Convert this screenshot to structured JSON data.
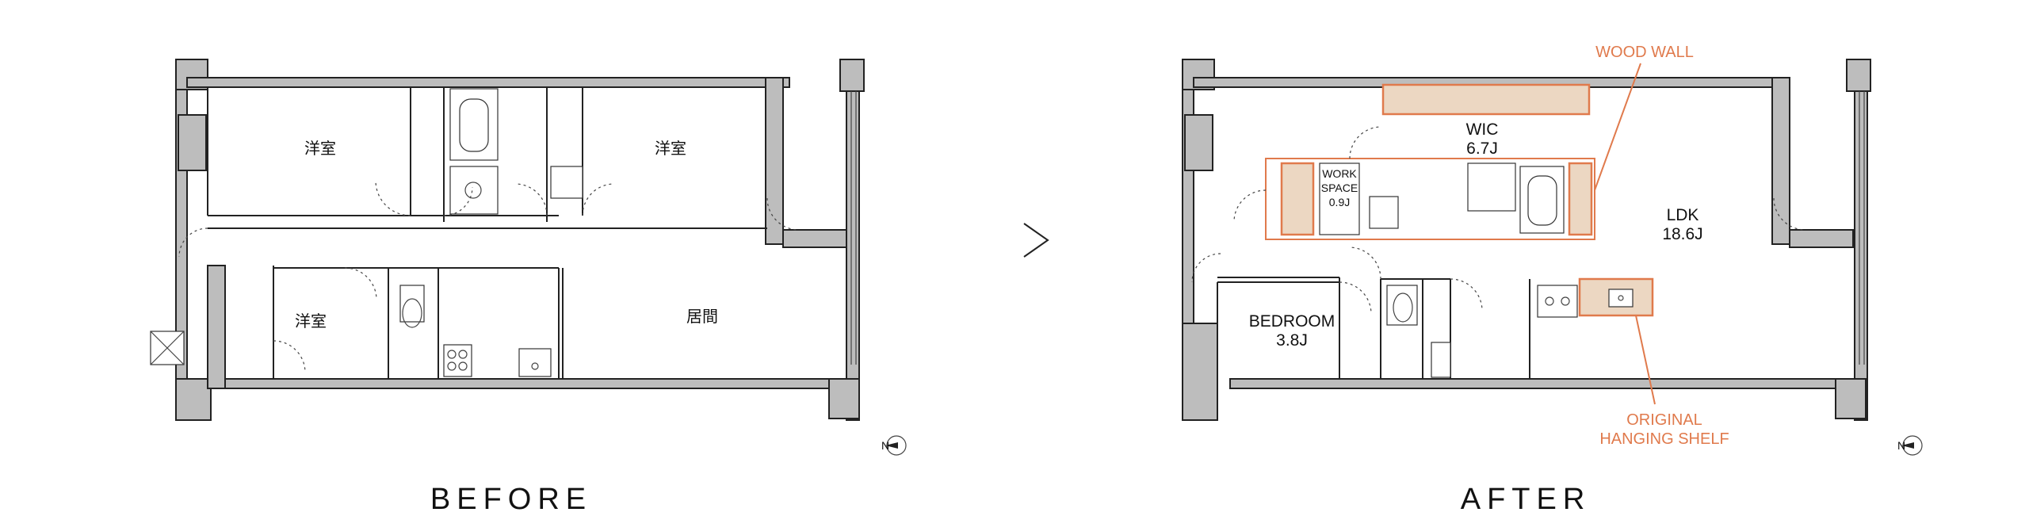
{
  "before": {
    "caption": "BEFORE",
    "rooms": {
      "western_room_1": "洋室",
      "western_room_2": "洋室",
      "western_room_3": "洋室",
      "living_room": "居間"
    }
  },
  "after": {
    "caption": "AFTER",
    "rooms": {
      "wic_name": "WIC",
      "wic_size": "6.7J",
      "ldk_name": "LDK",
      "ldk_size": "18.6J",
      "bedroom_name": "BEDROOM",
      "bedroom_size": "3.8J",
      "workspace_line1": "WORK",
      "workspace_line2": "SPACE",
      "workspace_size": "0.9J"
    },
    "annotations": {
      "wood_wall": "WOOD WALL",
      "original_line1": "ORIGINAL",
      "original_line2": "HANGING SHELF"
    }
  },
  "arrow_glyph": ">",
  "colors": {
    "accent": "#e07a4c",
    "wall_fill": "#bdbdbd",
    "wood_fill": "#ecd7c2",
    "line": "#222222"
  },
  "icons": [
    "north-compass-icon",
    "arrow-right-icon"
  ]
}
